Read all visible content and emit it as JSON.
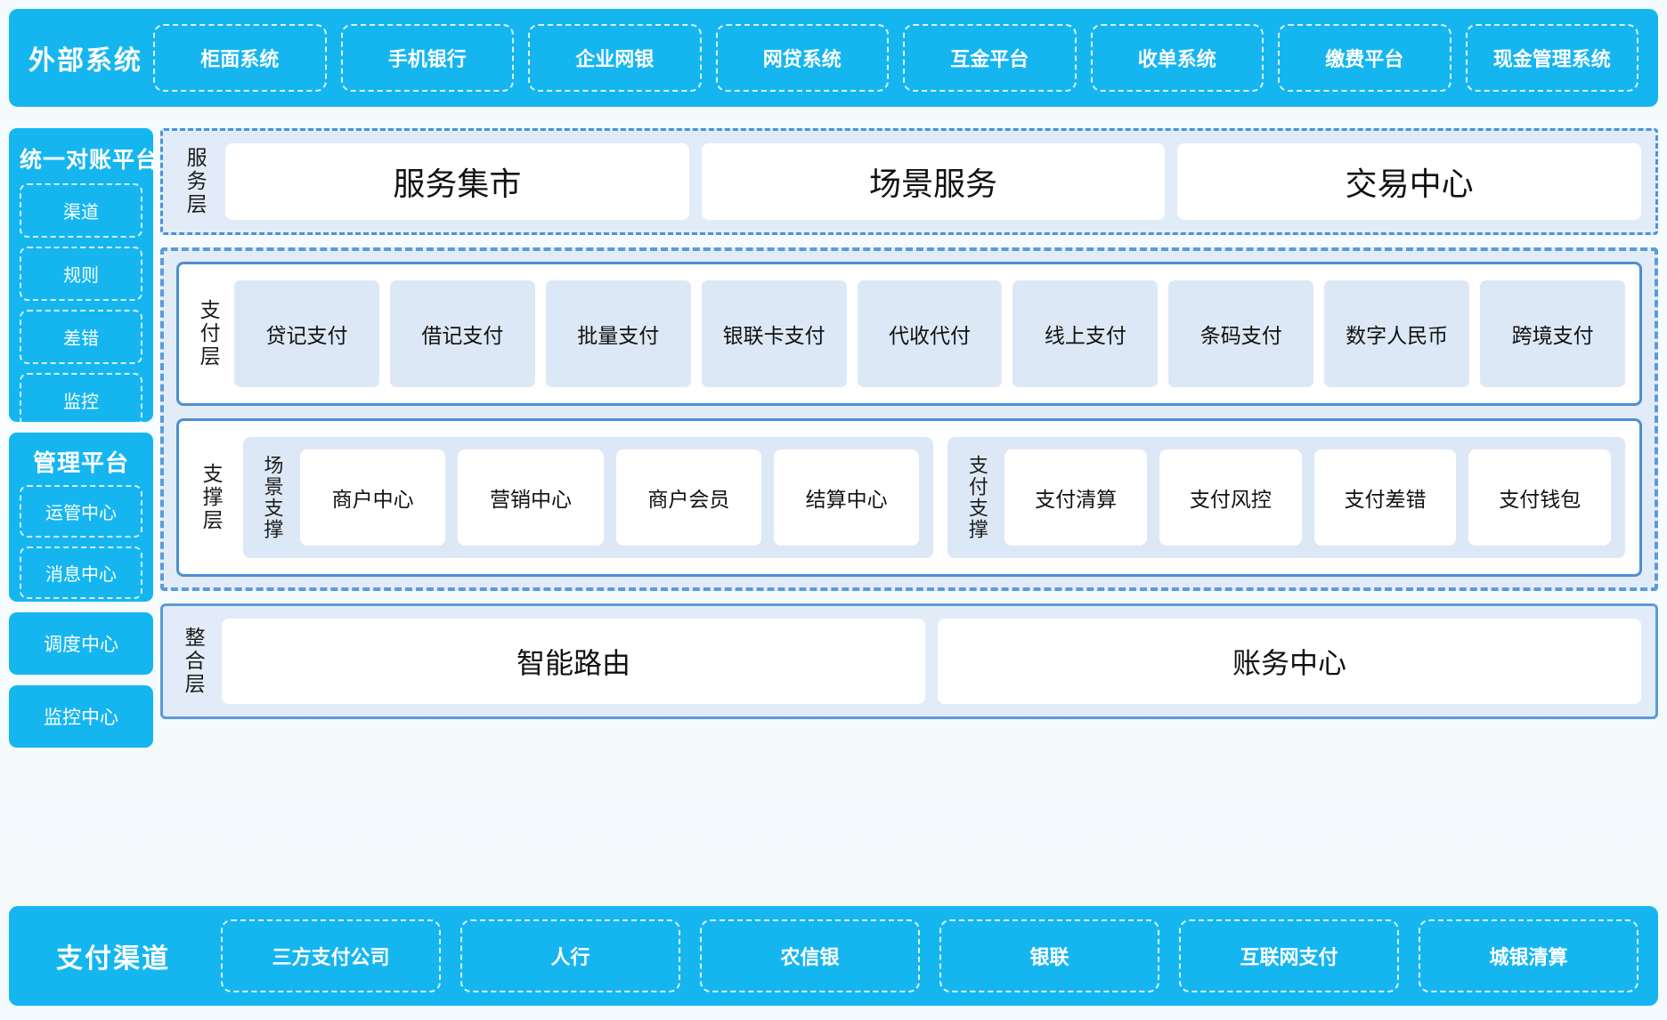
{
  "top_banner": {
    "title": "外部系统",
    "items": [
      "柜面系统",
      "手机银行",
      "企业网银",
      "网贷系统",
      "互金平台",
      "收单系统",
      "缴费平台",
      "现金管理系统"
    ]
  },
  "left_column": {
    "recon_platform": {
      "title": "统一对账平台",
      "items": [
        "渠道",
        "规则",
        "差错",
        "监控"
      ]
    },
    "manage_platform": {
      "title": "管理平台",
      "items": [
        "运管中心",
        "消息中心"
      ]
    },
    "standalone": [
      "调度中心",
      "监控中心"
    ]
  },
  "service_layer": {
    "label": "服务层",
    "items": [
      "服务集市",
      "场景服务",
      "交易中心"
    ]
  },
  "payment_layer": {
    "label": "支付层",
    "items": [
      "贷记支付",
      "借记支付",
      "批量支付",
      "银联卡支付",
      "代收代付",
      "线上支付",
      "条码支付",
      "数字人民币",
      "跨境支付"
    ]
  },
  "support_layer": {
    "label": "支撑层",
    "groups": [
      {
        "label": "场景支撑",
        "items": [
          "商户中心",
          "营销中心",
          "商户会员",
          "结算中心"
        ]
      },
      {
        "label": "支付支撑",
        "items": [
          "支付清算",
          "支付风控",
          "支付差错",
          "支付钱包"
        ]
      }
    ]
  },
  "integration_layer": {
    "label": "整合层",
    "items": [
      "智能路由",
      "账务中心"
    ]
  },
  "bottom_banner": {
    "title": "支付渠道",
    "items": [
      "三方支付公司",
      "人行",
      "农信银",
      "银联",
      "互联网支付",
      "城银清算"
    ]
  },
  "colors": {
    "brand_cyan": "#15b6f0",
    "panel_blue": "#e2ecf8",
    "chip_blue": "#dde8f6",
    "border_blue": "#5b9bd9",
    "page_bg": "#f7fbfd"
  }
}
